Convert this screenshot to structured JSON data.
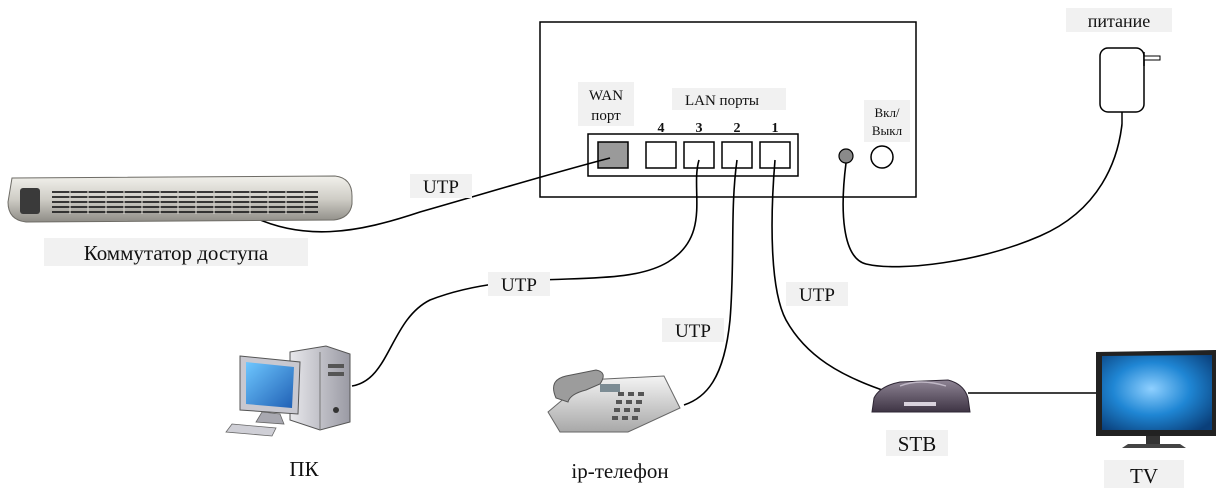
{
  "router": {
    "wan_label_line1": "WAN",
    "wan_label_line2": "порт",
    "lan_label": "LAN порты",
    "port_numbers": [
      "4",
      "3",
      "2",
      "1"
    ],
    "power_button_line1": "Вкл/",
    "power_button_line2": "Выкл"
  },
  "power_supply": {
    "label": "питание"
  },
  "devices": {
    "switch": "Коммутатор доступа",
    "pc": "ПК",
    "phone": "ip-телефон",
    "stb": "STB",
    "tv": "TV"
  },
  "cables": {
    "switch_to_wan": "UTP",
    "pc_to_lan3": "UTP",
    "phone_to_lan2": "UTP",
    "stb_to_lan1": "UTP"
  },
  "colors": {
    "switch_body": "#cfcdc6",
    "tv_screen": "#1f86d4",
    "stb_body": "#5a4e60",
    "wan_port_fill": "#9a9a9a"
  }
}
